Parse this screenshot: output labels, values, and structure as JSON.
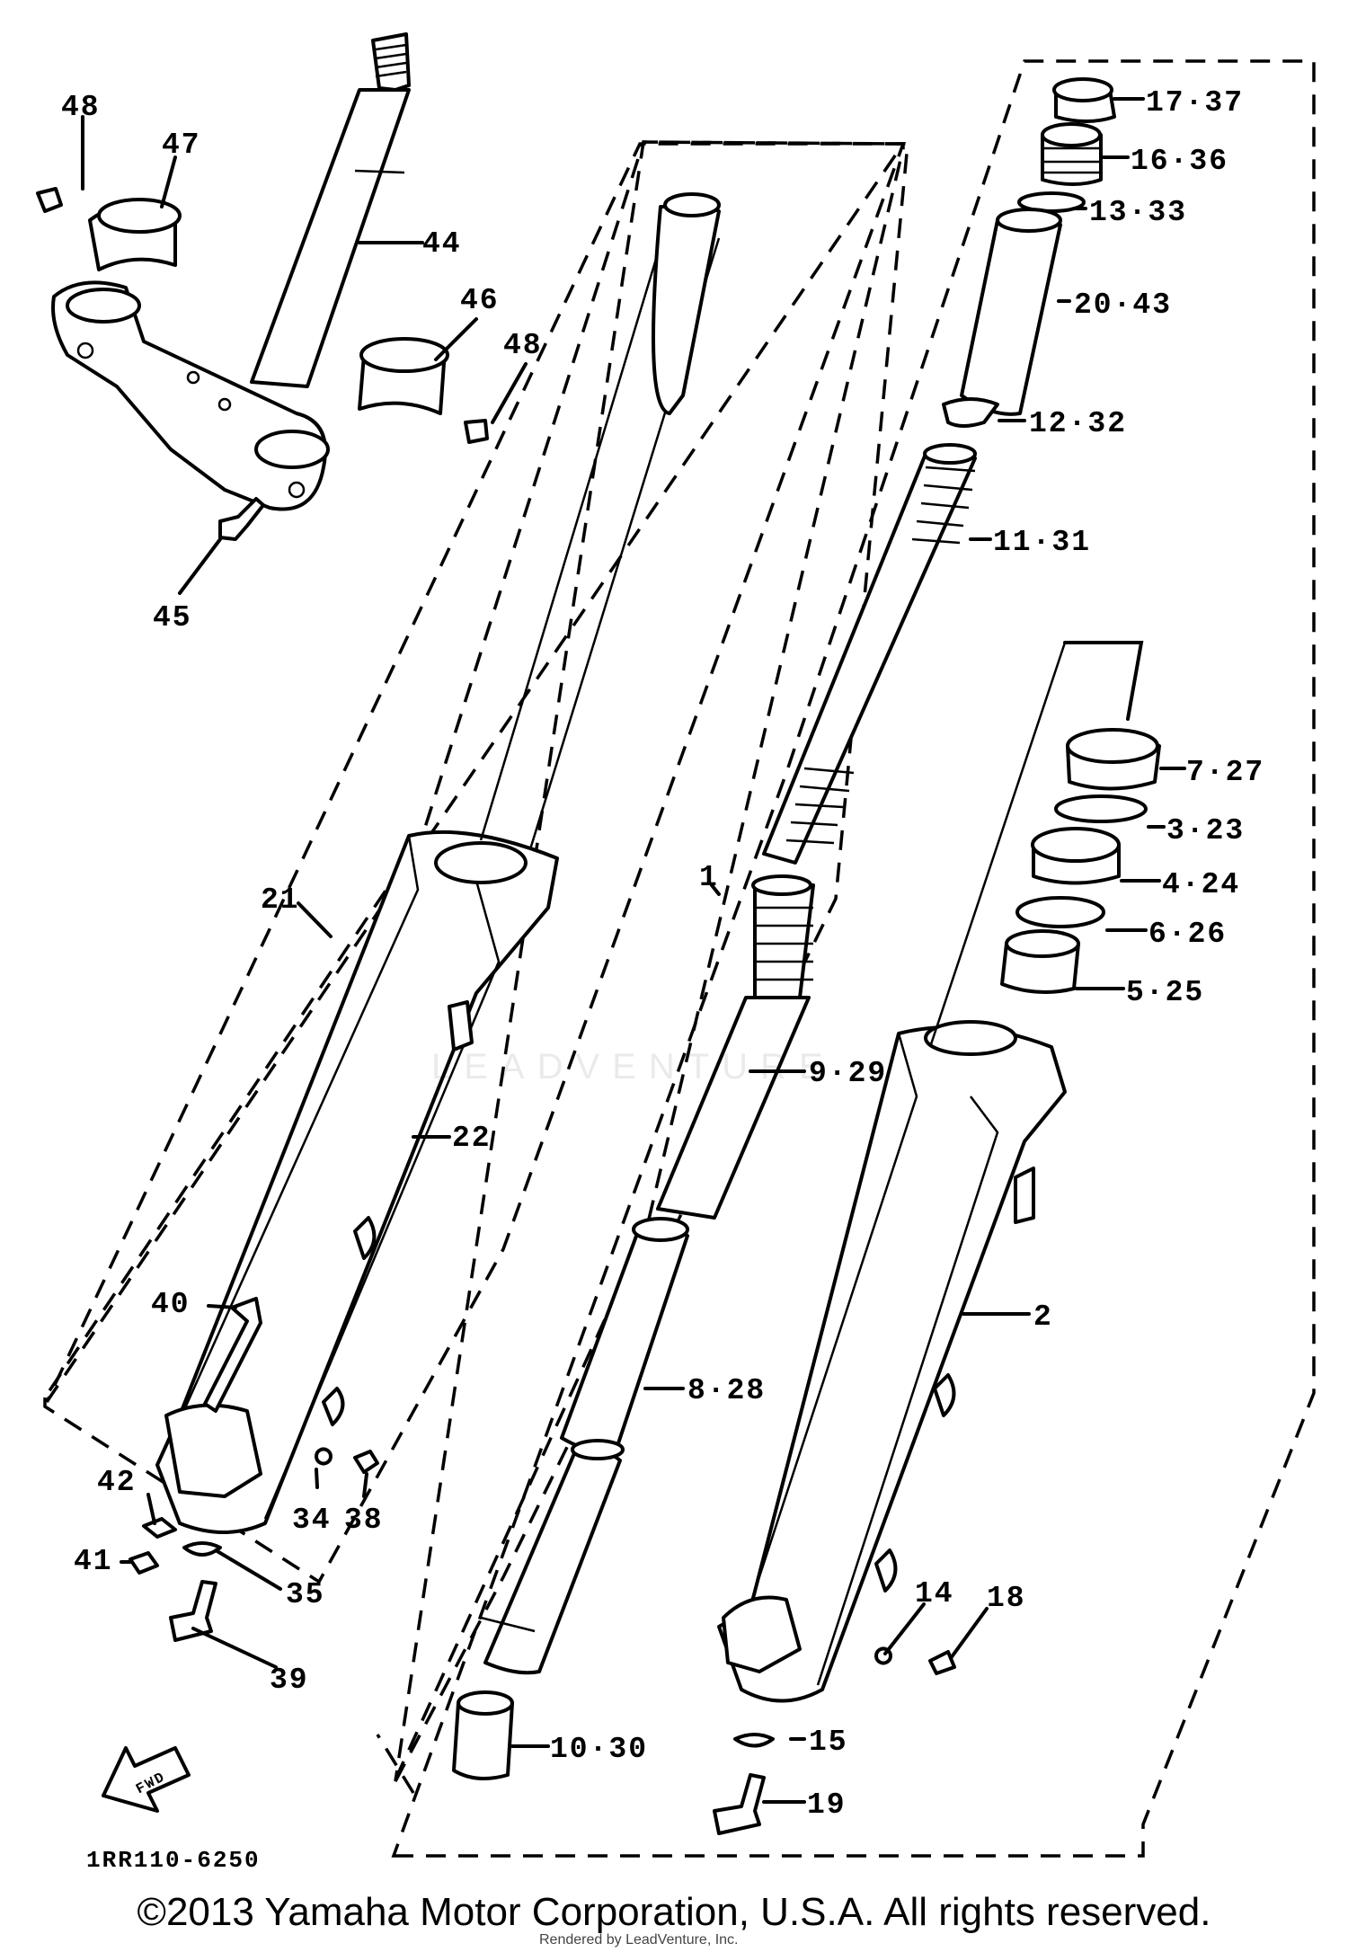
{
  "diagram": {
    "drawing_code": "1RR110-6250",
    "copyright": "©2013 Yamaha Motor Corporation, U.S.A. All rights reserved.",
    "render_note": "Rendered by LeadVenture, Inc.",
    "watermark": "LEADVENTURE",
    "direction_marker": "FWD",
    "callouts": {
      "c48a": "48",
      "c47": "47",
      "c44": "44",
      "c46": "46",
      "c48b": "48",
      "c45": "45",
      "c21": "21",
      "c22": "22",
      "c40": "40",
      "c42": "42",
      "c41": "41",
      "c35": "35",
      "c34": "34",
      "c38": "38",
      "c39": "39",
      "c1": "1",
      "c9_29": "9·29",
      "c8_28": "8·28",
      "c10_30": "10·30",
      "c17_37": "17·37",
      "c16_36": "16·36",
      "c13_33": "13·33",
      "c20_43": "20·43",
      "c12_32": "12·32",
      "c11_31": "11·31",
      "c7_27": "7·27",
      "c3_23": "3·23",
      "c4_24": "4·24",
      "c6_26": "6·26",
      "c5_25": "5·25",
      "c2": "2",
      "c14": "14",
      "c18": "18",
      "c15": "15",
      "c19": "19"
    }
  }
}
